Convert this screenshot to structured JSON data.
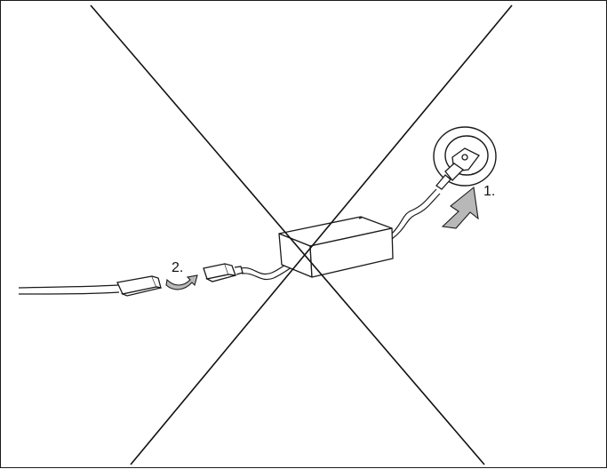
{
  "illustration": {
    "steps": [
      {
        "label": "1.",
        "action": "unplug-from-wall-socket"
      },
      {
        "label": "2.",
        "action": "disconnect-cable-connector"
      }
    ],
    "colors": {
      "line": "#1a1a1a",
      "arrow_fill": "#b8b8b8",
      "cross": "#111111",
      "background": "#ffffff"
    },
    "icons": [
      "wall-socket-icon",
      "power-plug-icon",
      "power-adapter-icon",
      "connector-icon",
      "curved-arrow-icon",
      "upward-arrow-icon",
      "cross-out-icon"
    ]
  }
}
